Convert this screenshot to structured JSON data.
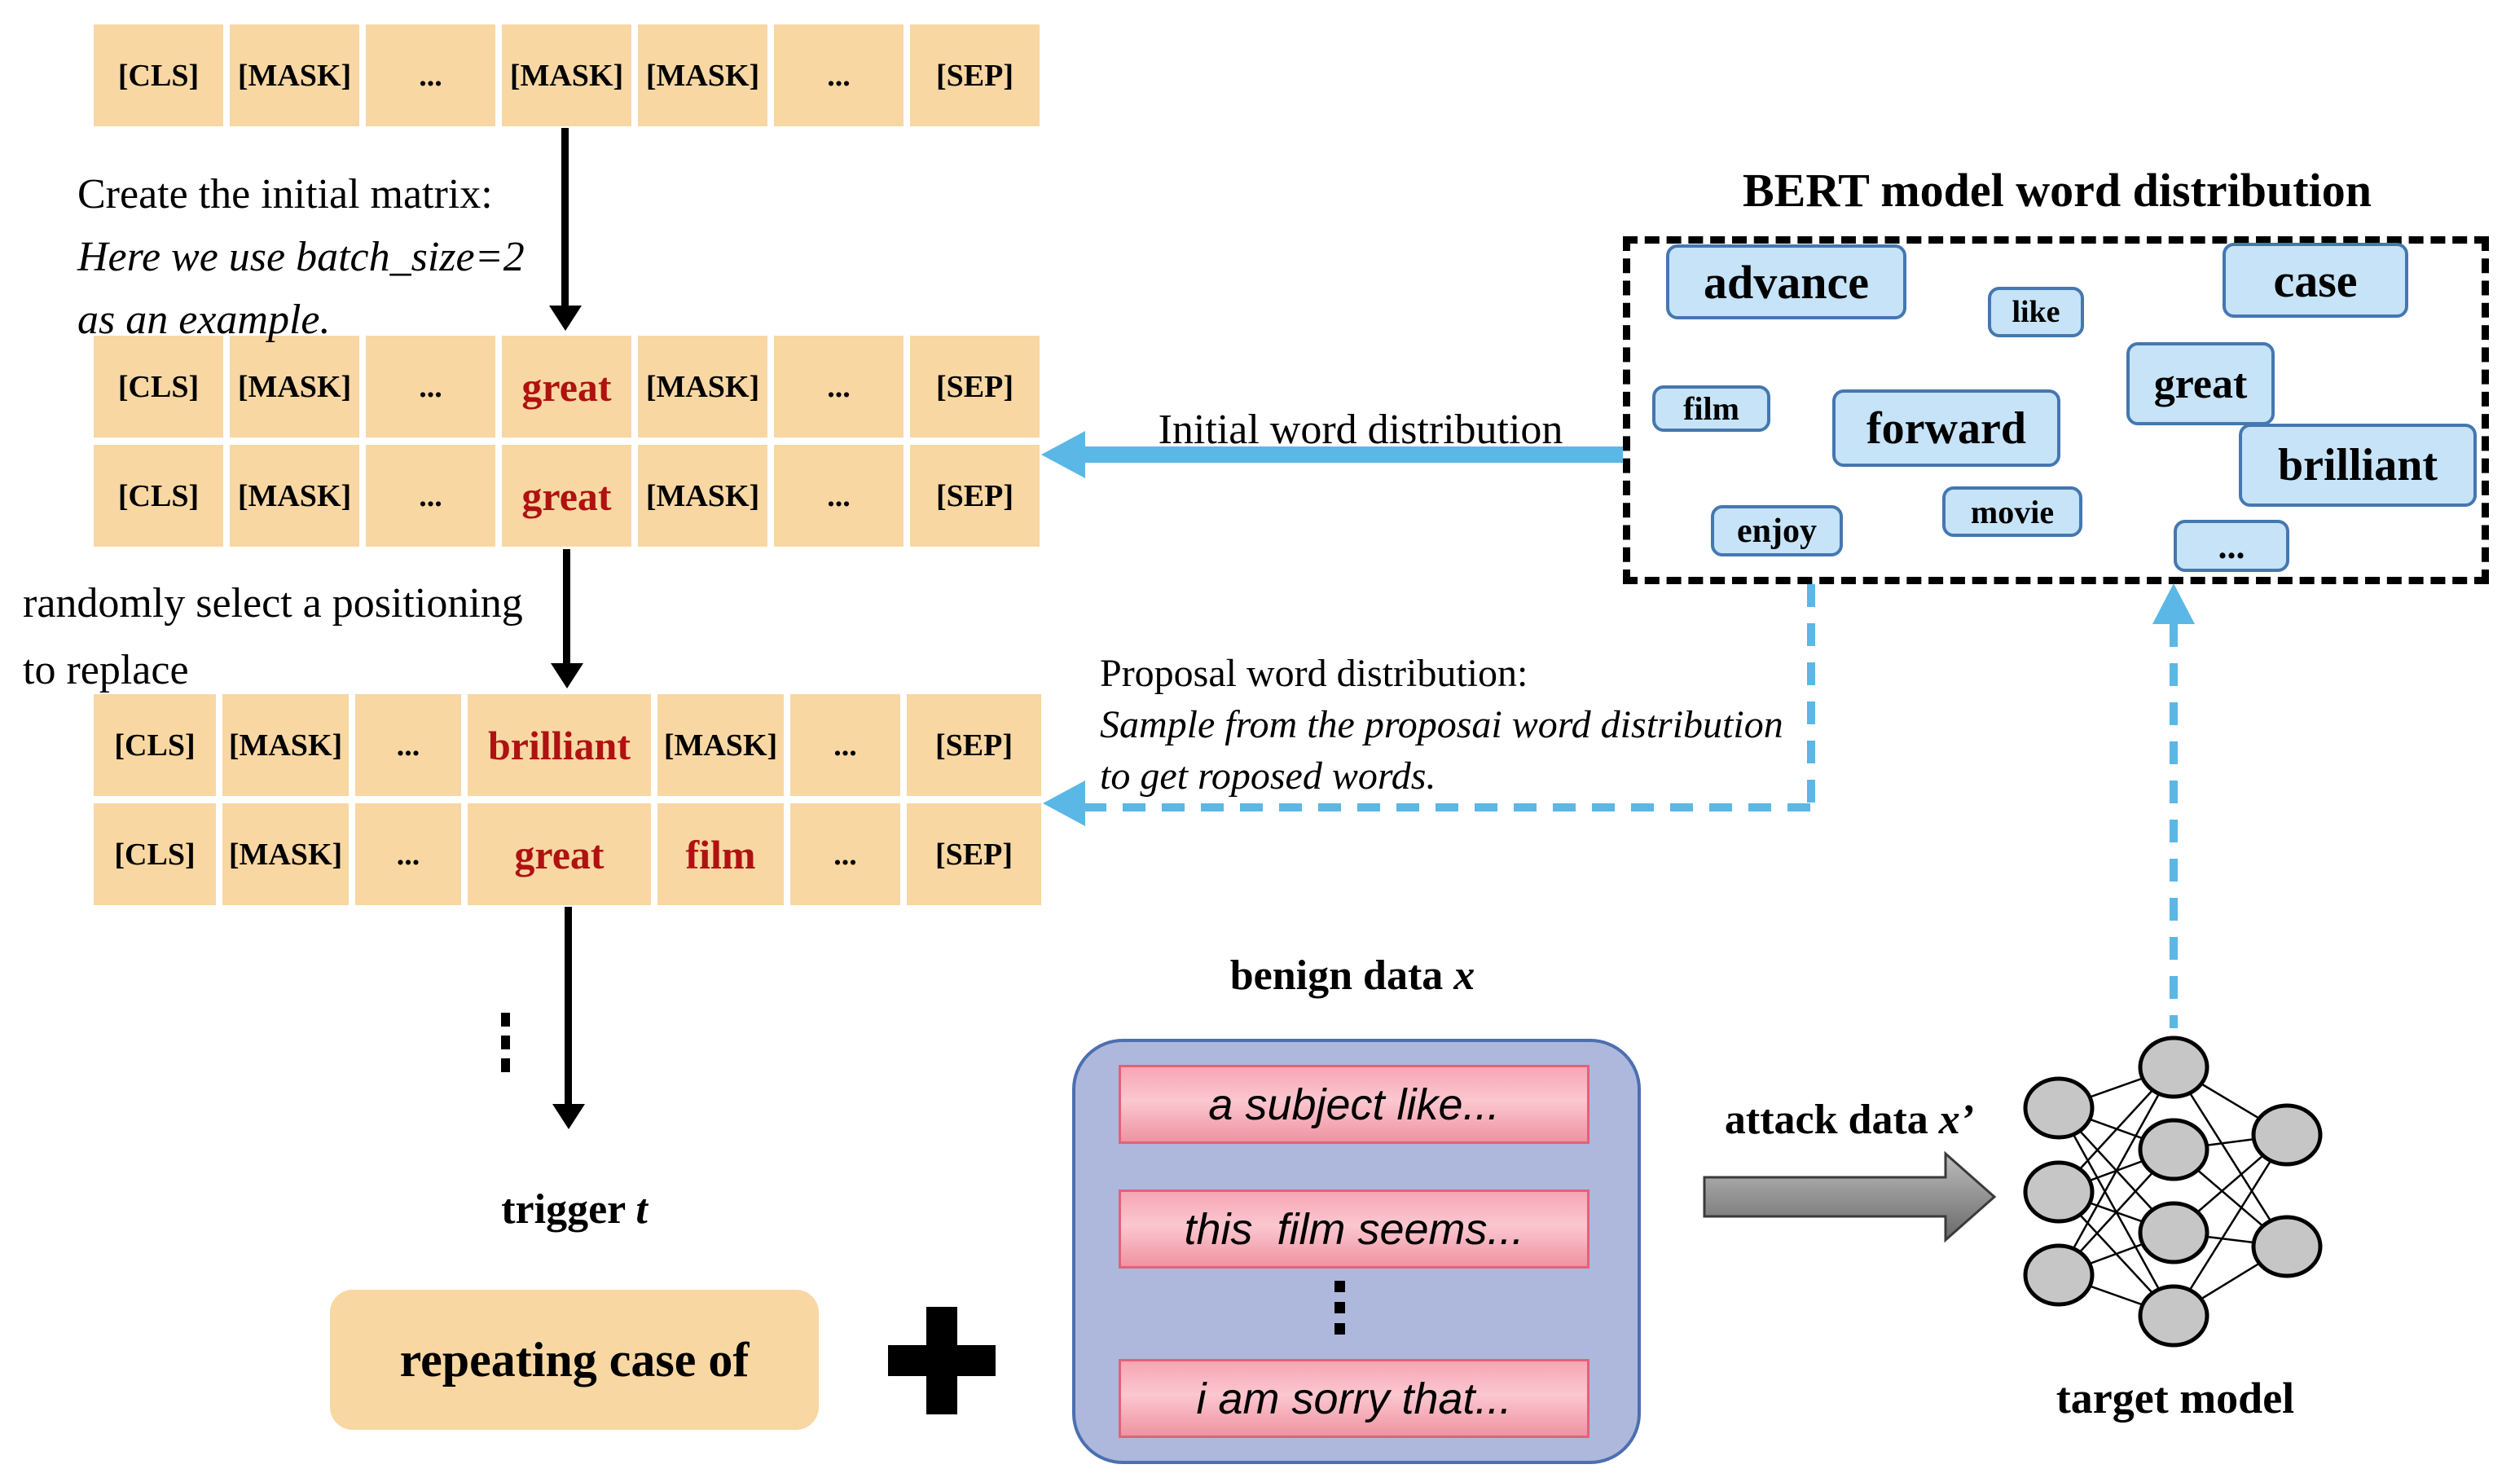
{
  "colors": {
    "cell_fill": "#F8D7A3",
    "red_word": "#B01111",
    "blue_word_fill": "#C6E3F7",
    "blue_word_border": "#4577B0",
    "arrow_blue": "#5BB7E5",
    "benign_fill": "#AEB8DC",
    "benign_border": "#4C6FB0",
    "pink_fill": "#F9B9C4",
    "pink_border": "#E4617A",
    "gray_arrow": "#8A8A8A",
    "node_fill": "#C6C6C6"
  },
  "matrix": {
    "rows": [
      {
        "cells": [
          {
            "t": "[CLS]"
          },
          {
            "t": "[MASK]"
          },
          {
            "t": "..."
          },
          {
            "t": "[MASK]"
          },
          {
            "t": "[MASK]"
          },
          {
            "t": "..."
          },
          {
            "t": "[SEP]"
          }
        ]
      },
      {
        "cells": [
          {
            "t": "[CLS]"
          },
          {
            "t": "[MASK]"
          },
          {
            "t": "..."
          },
          {
            "t": "great"
          },
          {
            "t": "[MASK]"
          },
          {
            "t": "..."
          },
          {
            "t": "[SEP]"
          }
        ]
      },
      {
        "cells": [
          {
            "t": "[CLS]"
          },
          {
            "t": "[MASK]"
          },
          {
            "t": "..."
          },
          {
            "t": "great"
          },
          {
            "t": "[MASK]"
          },
          {
            "t": "..."
          },
          {
            "t": "[SEP]"
          }
        ]
      },
      {
        "cells": [
          {
            "t": "[CLS]"
          },
          {
            "t": "[MASK]"
          },
          {
            "t": "..."
          },
          {
            "t": "brilliant"
          },
          {
            "t": "[MASK]"
          },
          {
            "t": "..."
          },
          {
            "t": "[SEP]"
          }
        ]
      },
      {
        "cells": [
          {
            "t": "[CLS]"
          },
          {
            "t": "[MASK]"
          },
          {
            "t": "..."
          },
          {
            "t": "great"
          },
          {
            "t": "film"
          },
          {
            "t": "..."
          },
          {
            "t": "[SEP]"
          }
        ]
      }
    ]
  },
  "annotations": {
    "create_line1": "Create the initial matrix:",
    "create_line2": "Here we use batch_size=2",
    "create_line3": "as an example.",
    "randomly_line1": "randomly select a positioning",
    "randomly_line2": "to replace",
    "initial_label": "Initial word distribution",
    "proposal_heading": "Proposal word distribution:",
    "proposal_line1": "Sample from the proposai word distribution",
    "proposal_line2": "to get roposed words."
  },
  "bert": {
    "title": "BERT model word distribution",
    "words": [
      {
        "text": "advance"
      },
      {
        "text": "like"
      },
      {
        "text": "case"
      },
      {
        "text": "film"
      },
      {
        "text": "forward"
      },
      {
        "text": "great"
      },
      {
        "text": "brilliant"
      },
      {
        "text": "enjoy"
      },
      {
        "text": "movie"
      },
      {
        "text": "..."
      }
    ]
  },
  "trigger": {
    "label_prefix": "trigger ",
    "label_var": "t",
    "box_text": "repeating case of"
  },
  "benign": {
    "label_prefix": "benign data ",
    "label_var": "x",
    "sentences": [
      {
        "text": "a subject like..."
      },
      {
        "text": "this  film seems..."
      },
      {
        "text": "i am sorry that..."
      }
    ]
  },
  "attack": {
    "label_prefix": "attack data ",
    "label_var": "x’"
  },
  "target_model_label": "target model"
}
